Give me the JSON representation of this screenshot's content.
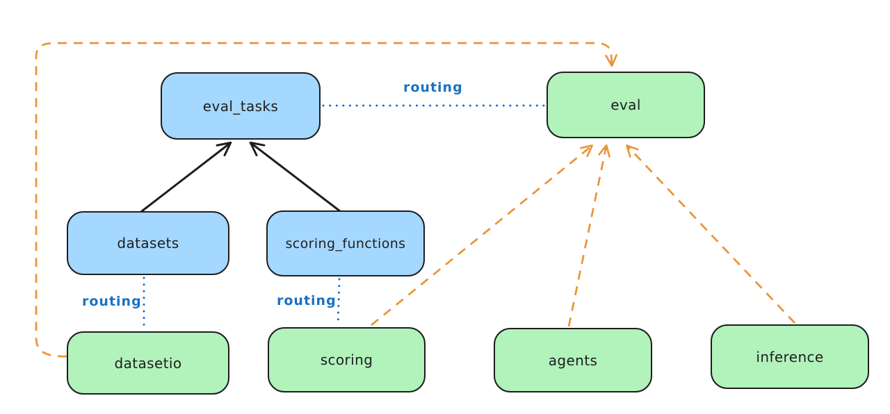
{
  "colors": {
    "background": "#ffffff",
    "node_blue": "#a5d8ff",
    "node_green": "#b2f2bb",
    "stroke_dark": "#1e1e1e",
    "routing_blue": "#1971c2",
    "flow_orange": "#e99537"
  },
  "diagram": {
    "nodes": {
      "eval_tasks": {
        "label": "eval_tasks",
        "color": "blue"
      },
      "eval": {
        "label": "eval",
        "color": "green"
      },
      "datasets": {
        "label": "datasets",
        "color": "blue"
      },
      "scoring_functions": {
        "label": "scoring_functions",
        "color": "blue"
      },
      "datasetio": {
        "label": "datasetio",
        "color": "green"
      },
      "scoring": {
        "label": "scoring",
        "color": "green"
      },
      "agents": {
        "label": "agents",
        "color": "green"
      },
      "inference": {
        "label": "inference",
        "color": "green"
      }
    },
    "edges": [
      {
        "from": "datasets",
        "to": "eval_tasks",
        "style": "solid",
        "color": "dark",
        "arrow": true,
        "label": ""
      },
      {
        "from": "scoring_functions",
        "to": "eval_tasks",
        "style": "solid",
        "color": "dark",
        "arrow": true,
        "label": ""
      },
      {
        "from": "eval_tasks",
        "to": "eval",
        "style": "dotted",
        "color": "blue",
        "arrow": false,
        "label": "routing"
      },
      {
        "from": "datasets",
        "to": "datasetio",
        "style": "dotted",
        "color": "blue",
        "arrow": false,
        "label": "routing"
      },
      {
        "from": "scoring_functions",
        "to": "scoring",
        "style": "dotted",
        "color": "blue",
        "arrow": false,
        "label": "routing"
      },
      {
        "from": "datasetio",
        "to": "eval",
        "style": "dashed",
        "color": "orange",
        "arrow": true,
        "label": ""
      },
      {
        "from": "scoring",
        "to": "eval",
        "style": "dashed",
        "color": "orange",
        "arrow": true,
        "label": ""
      },
      {
        "from": "agents",
        "to": "eval",
        "style": "dashed",
        "color": "orange",
        "arrow": true,
        "label": ""
      },
      {
        "from": "inference",
        "to": "eval",
        "style": "dashed",
        "color": "orange",
        "arrow": true,
        "label": ""
      }
    ]
  }
}
